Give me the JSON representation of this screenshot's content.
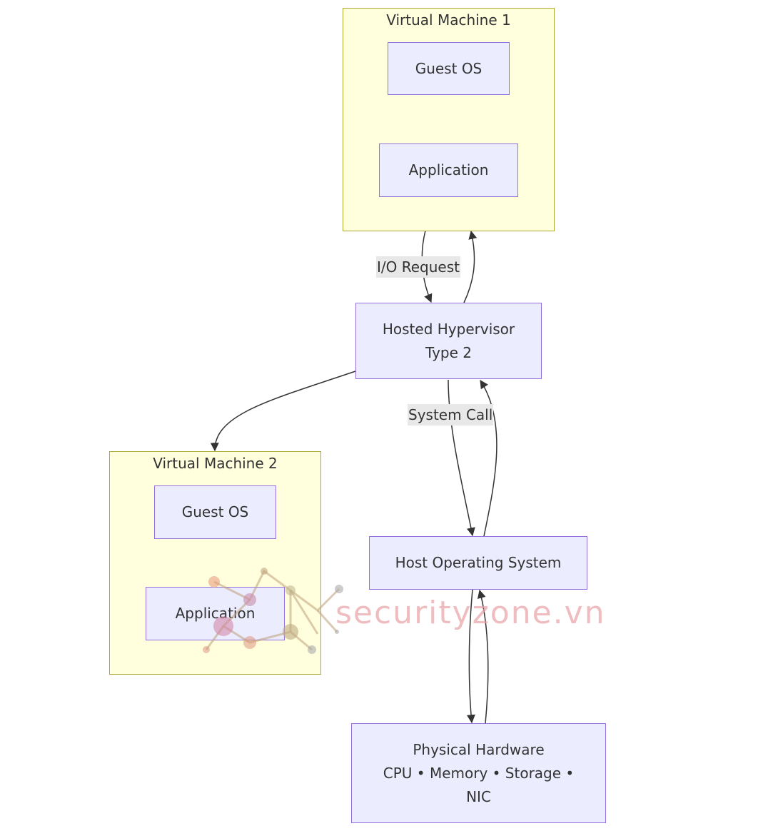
{
  "vm1": {
    "title": "Virtual Machine 1",
    "guest_os": "Guest OS",
    "application": "Application"
  },
  "vm2": {
    "title": "Virtual Machine 2",
    "guest_os": "Guest OS",
    "application": "Application"
  },
  "hypervisor": {
    "line1": "Hosted Hypervisor",
    "line2": "Type 2"
  },
  "host_os": {
    "label": "Host Operating System"
  },
  "hardware": {
    "line1": "Physical Hardware",
    "line2": "CPU • Memory • Storage •",
    "line3": "NIC"
  },
  "edges": {
    "io_request": "I/O Request",
    "system_call": "System Call"
  },
  "watermark": {
    "text": "securityzone.vn"
  },
  "colors": {
    "node_fill": "#ececff",
    "node_stroke": "#9370db",
    "cluster_fill": "#ffffde",
    "cluster_stroke": "#aaaa33",
    "edge": "#333333",
    "edge_label_bg": "#e8e8e8"
  }
}
